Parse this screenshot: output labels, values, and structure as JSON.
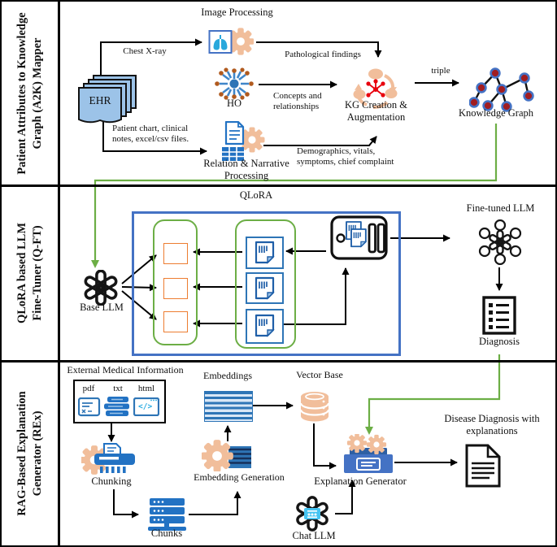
{
  "side_labels": {
    "a2k": "Patient Attributes to Knowledge\nGraph (A2K) Mapper",
    "qft": "QLoRA based LLM\nFine-Tuner (Q-FT)",
    "rex": "RAG-Based Explanation\nGenerator (REx)"
  },
  "a2k": {
    "image_processing": "Image Processing",
    "chest_xray": "Chest X-ray",
    "ehr": "EHR",
    "ho": "HO",
    "patient_chart": "Patient chart, clinical\nnotes, excel/csv files.",
    "relation_processing": "Relation & Narrative\nProcessing",
    "pathological": "Pathological findings",
    "concepts": "Concepts and\nrelationships",
    "demographics": "Demographics, vitals,\nsymptoms, chief complaint",
    "kg_creation": "KG Creation &\nAugmentation",
    "triple": "triple",
    "knowledge_graph": "Knowledge Graph"
  },
  "qft": {
    "qlora": "QLoRA",
    "base_llm": "Base LLM",
    "fine_tuned_llm": "Fine-tuned LLM",
    "diagnosis": "Diagnosis"
  },
  "rex": {
    "external_info": "External Medical Information",
    "pdf": "pdf",
    "txt": "txt",
    "html": "html",
    "html_glyph": "</>",
    "chunking": "Chunking",
    "chunks": "Chunks",
    "embeddings": "Embeddings",
    "embedding_generation": "Embedding Generation",
    "vector_base": "Vector Base",
    "explanation_generator": "Explanation Generator",
    "chat_llm": "Chat LLM",
    "disease_diagnosis": "Disease Diagnosis with\nexplanations"
  },
  "colors": {
    "gear_peach": "#F1BE9B",
    "icon_blue": "#2272C3",
    "green_connector": "#6CAE45",
    "qlora_box_blue": "#4472C4",
    "lora_orange": "#ED7D31",
    "ehr_fill": "#9CC3E8",
    "kg_node_red": "#A11D21",
    "ho_dot_brown": "#B05A1E",
    "cyan": "#35B6E9"
  }
}
